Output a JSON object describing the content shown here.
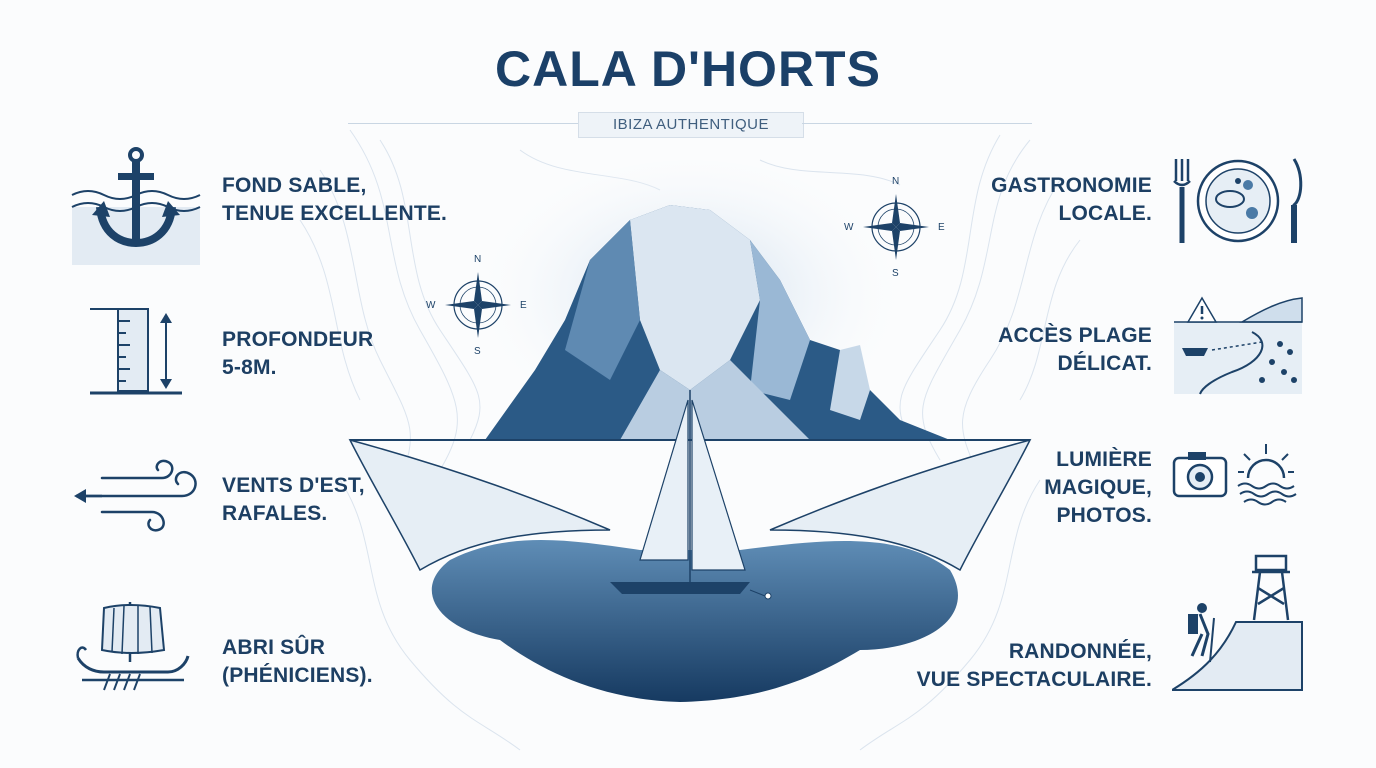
{
  "title": "CALA D'HORTS",
  "subtitle": "IBIZA AUTHENTIQUE",
  "features_left": [
    {
      "icon": "anchor-icon",
      "line1": "FOND SABLE,",
      "line2": "TENUE EXCELLENTE."
    },
    {
      "icon": "depth-gauge-icon",
      "line1": "PROFONDEUR",
      "line2": "5-8M."
    },
    {
      "icon": "wind-icon",
      "line1": "VENTS D'EST,",
      "line2": "RAFALES."
    },
    {
      "icon": "ancient-ship-icon",
      "line1": "ABRI SÛR",
      "line2": "(PHÉNICIENS)."
    }
  ],
  "features_right": [
    {
      "icon": "plate-fork-knife-icon",
      "line1": "GASTRONOMIE",
      "line2": "LOCALE."
    },
    {
      "icon": "beach-access-icon",
      "line1": "ACCÈS PLAGE",
      "line2": "DÉLICAT."
    },
    {
      "icon": "camera-sunset-icon",
      "line1": "LUMIÈRE",
      "line2": "MAGIQUE,",
      "line3": "PHOTOS."
    },
    {
      "icon": "hiker-tower-icon",
      "line1": "RANDONNÉE,",
      "line2": "VUE SPECTACULAIRE."
    }
  ],
  "compass": {
    "n": "N",
    "s": "S",
    "e": "E",
    "w": "W"
  },
  "colors": {
    "navy": "#1b4068",
    "mid_blue": "#3f6f9c",
    "light_blue": "#cfdeec",
    "background": "#fbfcfd"
  }
}
